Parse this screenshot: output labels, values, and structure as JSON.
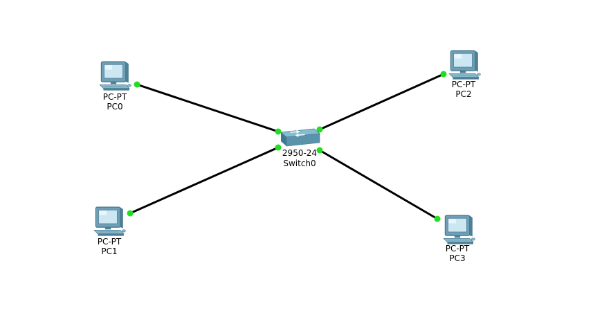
{
  "topology": {
    "devices": [
      {
        "id": "pc0",
        "model": "PC-PT",
        "name": "PC0",
        "type": "pc"
      },
      {
        "id": "pc1",
        "model": "PC-PT",
        "name": "PC1",
        "type": "pc"
      },
      {
        "id": "pc2",
        "model": "PC-PT",
        "name": "PC2",
        "type": "pc"
      },
      {
        "id": "pc3",
        "model": "PC-PT",
        "name": "PC3",
        "type": "pc"
      },
      {
        "id": "switch0",
        "model": "2950-24",
        "name": "Switch0",
        "type": "switch"
      }
    ],
    "links": [
      {
        "from": "pc0",
        "to": "switch0",
        "status": "up"
      },
      {
        "from": "pc1",
        "to": "switch0",
        "status": "up"
      },
      {
        "from": "pc2",
        "to": "switch0",
        "status": "up"
      },
      {
        "from": "pc3",
        "to": "switch0",
        "status": "up"
      }
    ]
  },
  "colors": {
    "link": "#000000",
    "link_up_dot": "#22dd22",
    "pc_frame": "#5d8fa6",
    "pc_screen": "#bfe0ee",
    "switch_top": "#7fb4c8",
    "switch_side": "#3f7890",
    "label": "#000000"
  },
  "icons": {
    "pc": "desktop-pc-icon",
    "switch": "network-switch-icon"
  }
}
